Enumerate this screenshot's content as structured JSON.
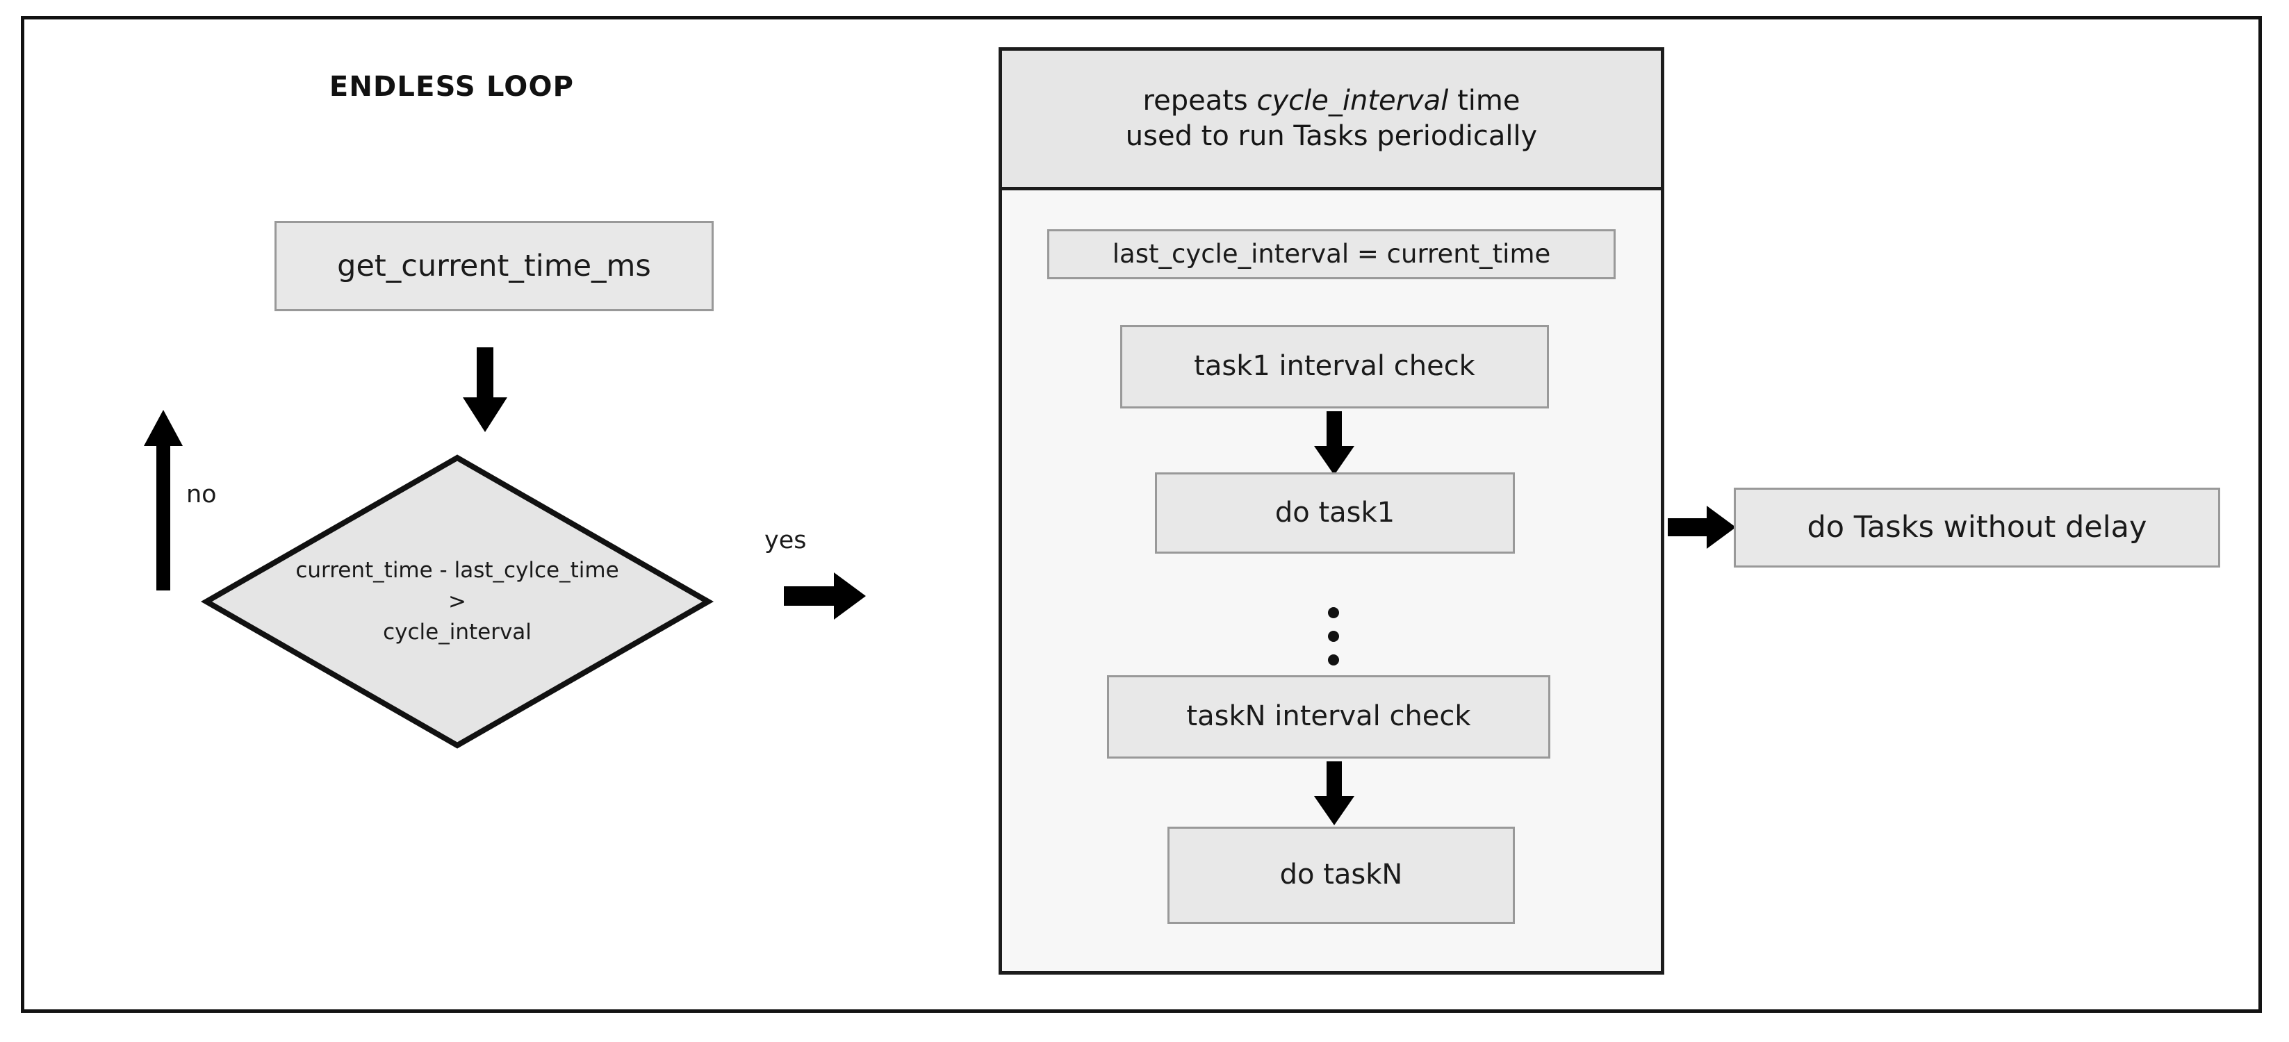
{
  "diagram": {
    "title": "ENDLESS LOOP",
    "left_branch": {
      "get_time_box": "get_current_time_ms",
      "decision": {
        "line1": "current_time - last_cylce_time",
        "line2": ">",
        "line3": "cycle_interval"
      },
      "edge_no": "no",
      "edge_yes": "yes"
    },
    "panel": {
      "header_line1_prefix": "repeats ",
      "header_line1_emphasis": "cycle_interval",
      "header_line1_suffix": " time",
      "header_line2": "used to run Tasks periodically",
      "steps": [
        "last_cycle_interval = current_time",
        "task1 interval check",
        "do task1",
        "taskN interval check",
        "do taskN"
      ],
      "ellipsis_symbol": "vertical-ellipsis"
    },
    "right_branch": {
      "box": "do Tasks without delay"
    }
  },
  "colors": {
    "node_fill": "#e8e8e8",
    "node_border": "#999999",
    "frame_border": "#121212",
    "panel_fill": "#f7f7f7",
    "panel_header_fill": "#e6e6e6",
    "arrow": "#000000",
    "text": "#1a1a1a"
  }
}
